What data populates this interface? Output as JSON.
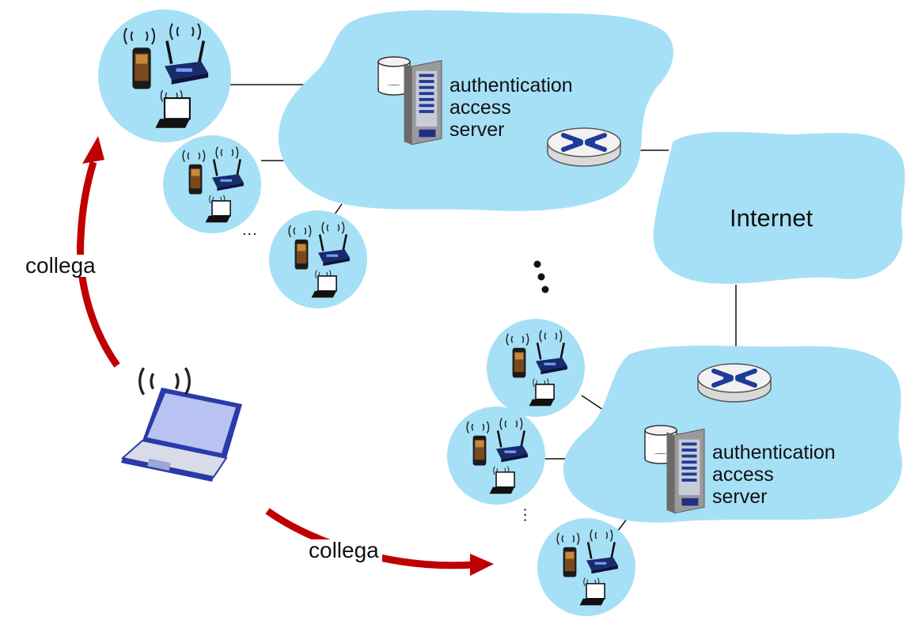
{
  "labels": {
    "top_server": [
      "authentication",
      "access",
      "server"
    ],
    "bottom_server": [
      "authentication",
      "access",
      "server"
    ],
    "internet": "Internet",
    "arrow_left": "collega",
    "arrow_bottom": "collega",
    "ellipsis": "..."
  },
  "colors": {
    "cloud": "#a6e0f7",
    "cell": "#a6e0f7",
    "arrow": "#c00000",
    "router_blue": "#1f3b99",
    "laptop_blue": "#2a3aa8"
  },
  "icons": [
    "database-icon",
    "server-rack-icon",
    "router-icon",
    "wireless-router-icon",
    "phone-icon",
    "laptop-icon",
    "wifi-waves-icon"
  ]
}
